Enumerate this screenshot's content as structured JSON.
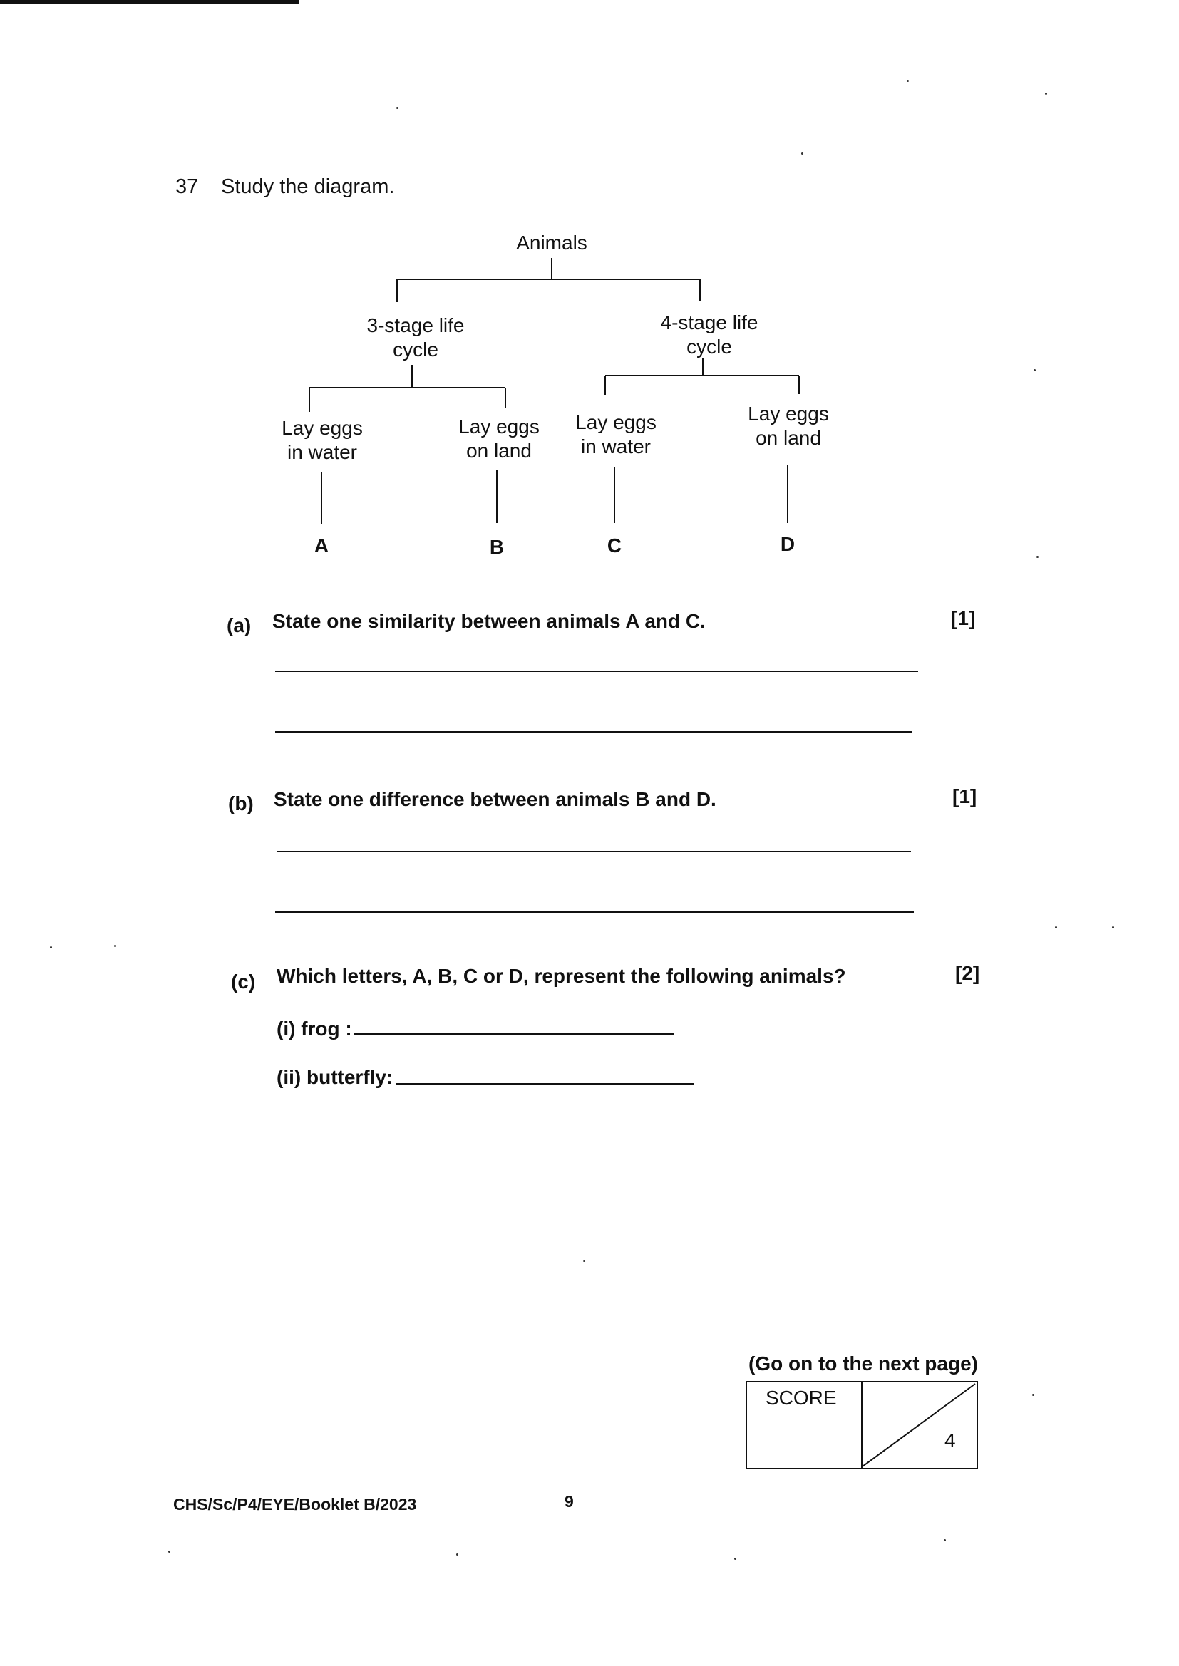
{
  "question": {
    "number": "37",
    "instruction": "Study the diagram."
  },
  "diagram": {
    "root": "Animals",
    "branches": [
      {
        "label": "3-stage life cycle",
        "label_lines": [
          "3-stage life",
          "cycle"
        ],
        "children": [
          {
            "label_lines": [
              "Lay eggs",
              "in water"
            ],
            "leaf": "A"
          },
          {
            "label_lines": [
              "Lay eggs",
              "on land"
            ],
            "leaf": "B"
          }
        ]
      },
      {
        "label": "4-stage life cycle",
        "label_lines": [
          "4-stage life",
          "cycle"
        ],
        "children": [
          {
            "label_lines": [
              "Lay eggs",
              "in water"
            ],
            "leaf": "C"
          },
          {
            "label_lines": [
              "Lay eggs",
              "on land"
            ],
            "leaf": "D"
          }
        ]
      }
    ]
  },
  "parts": [
    {
      "label": "(a)",
      "text": "State one similarity between animals A and C.",
      "marks": "[1]"
    },
    {
      "label": "(b)",
      "text": "State one difference between animals B and D.",
      "marks": "[1]"
    },
    {
      "label": "(c)",
      "text": "Which letters, A, B, C or D, represent the following animals?",
      "marks": "[2]",
      "items": [
        "(i) frog :",
        "(ii) butterfly:"
      ]
    }
  ],
  "footer": {
    "go_on": "(Go on to the next page)",
    "score_label": "SCORE",
    "score_total": "4",
    "code": "CHS/Sc/P4/EYE/Booklet B/2023",
    "page": "9"
  }
}
